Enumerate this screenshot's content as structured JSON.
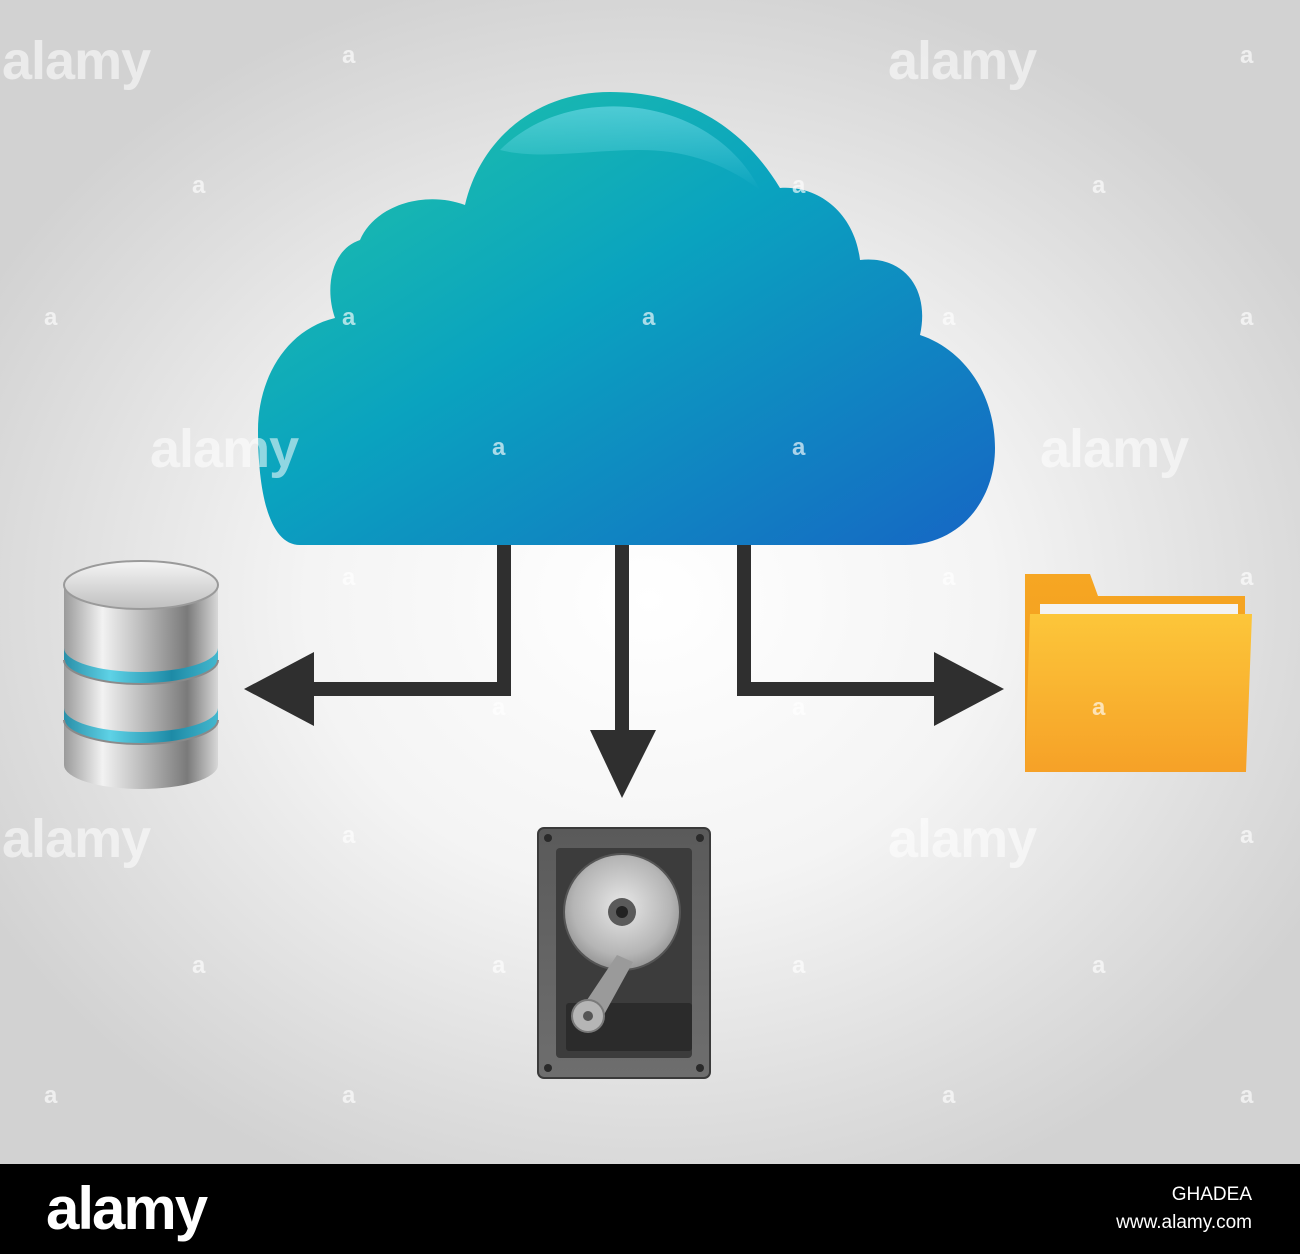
{
  "diagram": {
    "center": {
      "icon": "cloud-icon",
      "colors": [
        "#1ec0a8",
        "#0aa0c0",
        "#1a6fc8"
      ]
    },
    "connector_color": "#333333",
    "targets": [
      {
        "icon": "database-icon",
        "direction": "left"
      },
      {
        "icon": "hard-drive-icon",
        "direction": "down"
      },
      {
        "icon": "folder-icon",
        "direction": "right"
      }
    ]
  },
  "watermark": {
    "word": "alamy",
    "letter": "a"
  },
  "footer": {
    "brand": "alamy",
    "image_id": "GHADEA",
    "site": "www.alamy.com"
  }
}
